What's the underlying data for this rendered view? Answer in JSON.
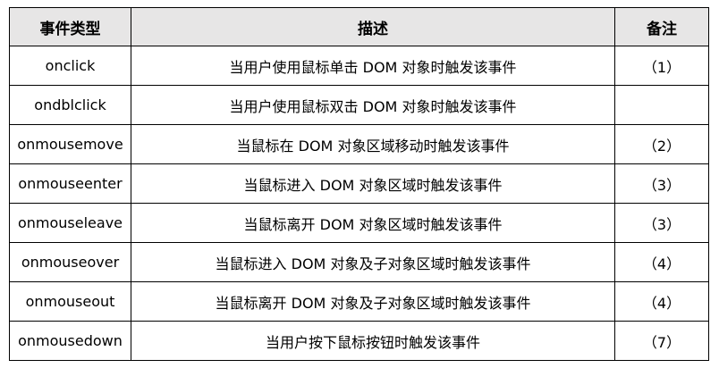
{
  "table": {
    "headers": [
      "事件类型",
      "描述",
      "备注"
    ],
    "rows": [
      {
        "type": "onclick",
        "description": "当用户使用鼠标单击 DOM 对象时触发该事件",
        "note": "（1）"
      },
      {
        "type": "ondblclick",
        "description": "当用户使用鼠标双击 DOM 对象时触发该事件",
        "note": ""
      },
      {
        "type": "onmousemove",
        "description": "当鼠标在 DOM 对象区域移动时触发该事件",
        "note": "（2）"
      },
      {
        "type": "onmouseenter",
        "description": "当鼠标进入 DOM 对象区域时触发该事件",
        "note": "（3）"
      },
      {
        "type": "onmouseleave",
        "description": "当鼠标离开 DOM 对象区域时触发该事件",
        "note": "（3）"
      },
      {
        "type": "onmouseover",
        "description": "当鼠标进入 DOM 对象及子对象区域时触发该事件",
        "note": "（4）"
      },
      {
        "type": "onmouseout",
        "description": "当鼠标离开 DOM 对象及子对象区域时触发该事件",
        "note": "（4）"
      },
      {
        "type": "onmousedown",
        "description": "当用户按下鼠标按钮时触发该事件",
        "note": "（7）"
      }
    ]
  },
  "colors": {
    "header_background": "#e7e6e6",
    "border": "#000000",
    "text": "#000000"
  }
}
